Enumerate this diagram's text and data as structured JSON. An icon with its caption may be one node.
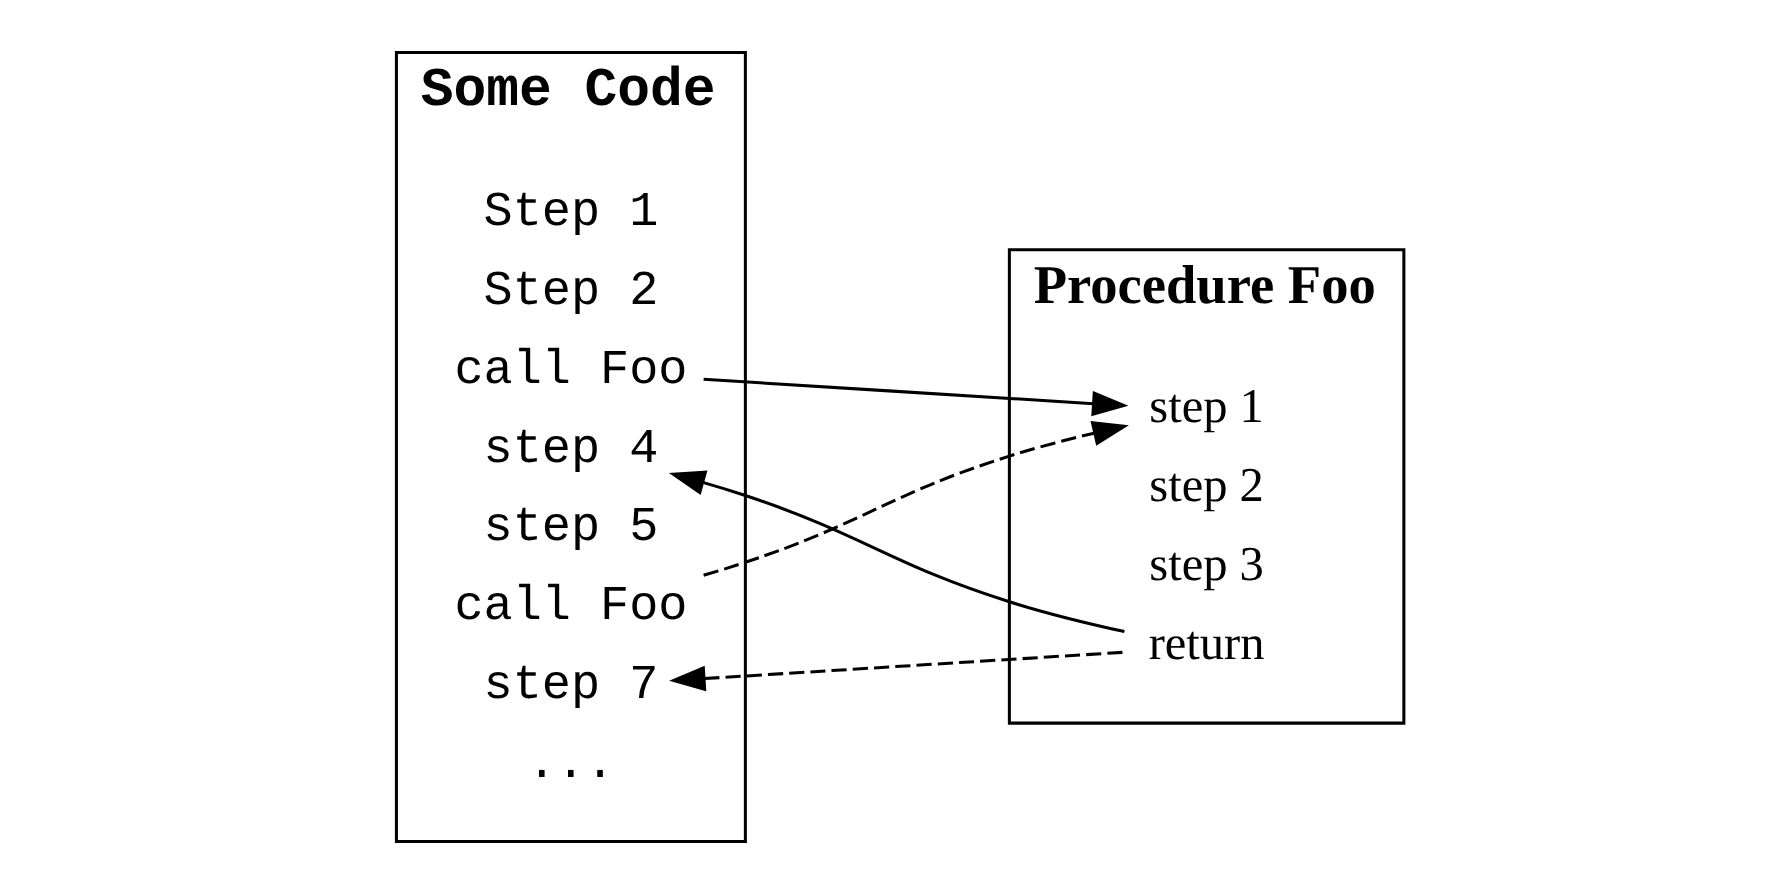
{
  "diagram": {
    "nodes": [
      {
        "text": [
          "Some Code"
        ]
      },
      {
        "text": [
          "Step 1"
        ],
        "in": 0
      },
      {
        "text": [
          "Step 2"
        ],
        "in": 0
      },
      {
        "text": [
          "call Foo"
        ],
        "in": 0
      },
      {
        "text": [
          "step 4"
        ],
        "in": 0
      },
      {
        "text": [
          "step 5"
        ],
        "in": 0
      },
      {
        "text": [
          "call Foo"
        ],
        "in": 0
      },
      {
        "text": [
          "step 7"
        ],
        "in": 0
      },
      {
        "text": [
          "..."
        ],
        "in": 0
      },
      {
        "text": [
          "Procedure Foo"
        ]
      },
      {
        "text": [
          "step 1"
        ],
        "in": 9
      },
      {
        "text": [
          "step 2"
        ],
        "in": 9
      },
      {
        "text": [
          "step 3"
        ],
        "in": 9
      },
      {
        "text": [
          "return"
        ],
        "in": 9
      }
    ],
    "edges": [
      {
        "from": 3,
        "to": 10,
        "arrow": "to"
      },
      {
        "from": 13,
        "to": 4,
        "arrow": "to"
      },
      {
        "from": 6,
        "to": 10,
        "arrow": "to",
        "style": "dashed"
      },
      {
        "from": 13,
        "to": 7,
        "arrow": "to",
        "style": "dashed"
      }
    ]
  }
}
